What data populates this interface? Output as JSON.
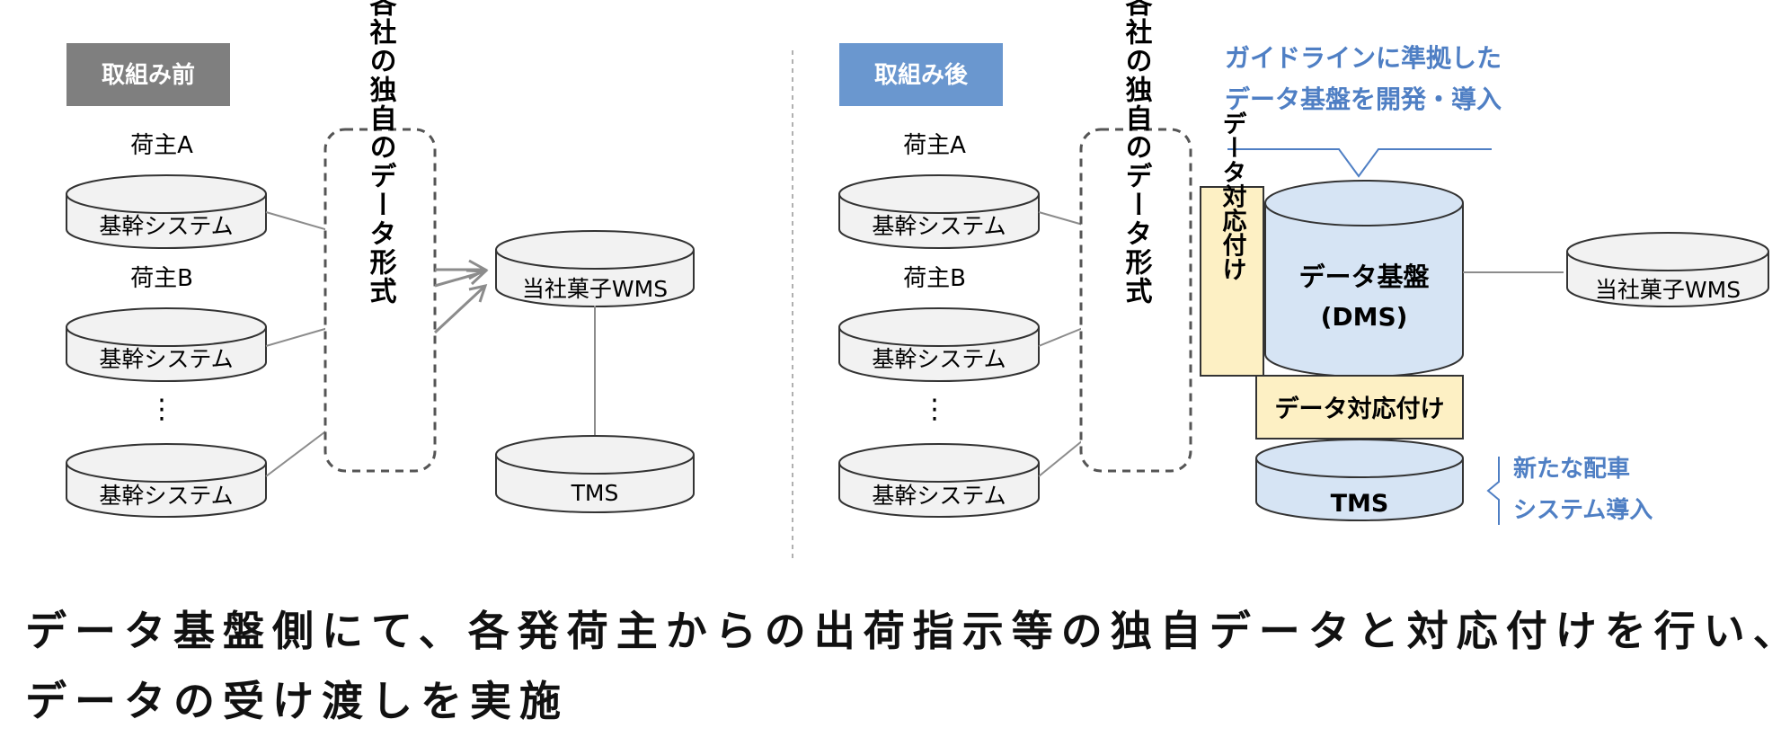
{
  "colors": {
    "before_tag": "#7f7f7f",
    "after_tag": "#6a97cf",
    "accent_text": "#4f7fc4",
    "db_fill": "#f2f2f2",
    "db_fill_blue": "#d6e4f4",
    "stroke": "#333333",
    "note_fill": "#fdf0c4",
    "dashed": "#555555",
    "line": "#8c8c8c"
  },
  "left_panel": {
    "tag": "取組み前",
    "shippers": [
      {
        "label": "荷主A",
        "system": "基幹システム"
      },
      {
        "label": "荷主B",
        "system": "基幹システム"
      },
      {
        "label": "",
        "system": "基幹システム"
      }
    ],
    "ellipsis": "⋮",
    "format_box": "各社の独自のデータ形式",
    "wms": "当社菓子WMS",
    "tms": "TMS"
  },
  "right_panel": {
    "tag": "取組み後",
    "callout_line1": "ガイドラインに準拠した",
    "callout_line2": "データ基盤を開発・導入",
    "shippers": [
      {
        "label": "荷主A",
        "system": "基幹システム"
      },
      {
        "label": "荷主B",
        "system": "基幹システム"
      },
      {
        "label": "",
        "system": "基幹システム"
      }
    ],
    "ellipsis": "⋮",
    "format_box": "各社の独自のデータ形式",
    "vertical_mapping": "データ対応付け",
    "platform_line1": "データ基盤",
    "platform_line2": "(DMS)",
    "wms": "当社菓子WMS",
    "mapping_label": "データ対応付け",
    "tms": "TMS",
    "tms_note_line1": "新たな配車",
    "tms_note_line2": "システム導入"
  },
  "caption": {
    "line1": "データ基盤側にて、各発荷主からの出荷指示等の独自データと対応付けを行い、",
    "line2": "データの受け渡しを実施"
  }
}
